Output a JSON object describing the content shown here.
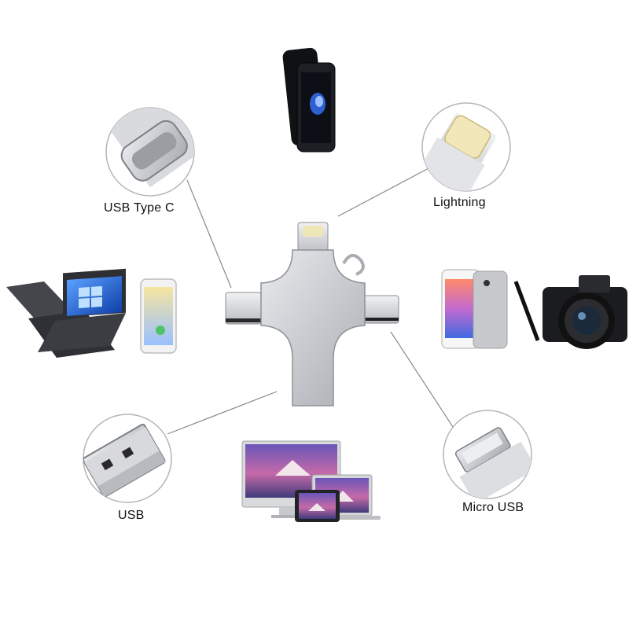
{
  "labels": {
    "usb_type_c": "USB Type C",
    "lightning": "Lightning",
    "usb": "USB",
    "micro_usb": "Micro USB"
  },
  "colors": {
    "metal": "#c9ccd0",
    "lightning_gold": "#efe6b8",
    "screen_blue": "#2b6fd6",
    "laptop_dark": "#3a3b40",
    "callout_line": "#888888"
  },
  "icons": [
    "phone-icon",
    "laptop-icon",
    "android-phone-icon",
    "camera-icon",
    "monitor-icon",
    "macbook-icon",
    "ipad-icon"
  ]
}
